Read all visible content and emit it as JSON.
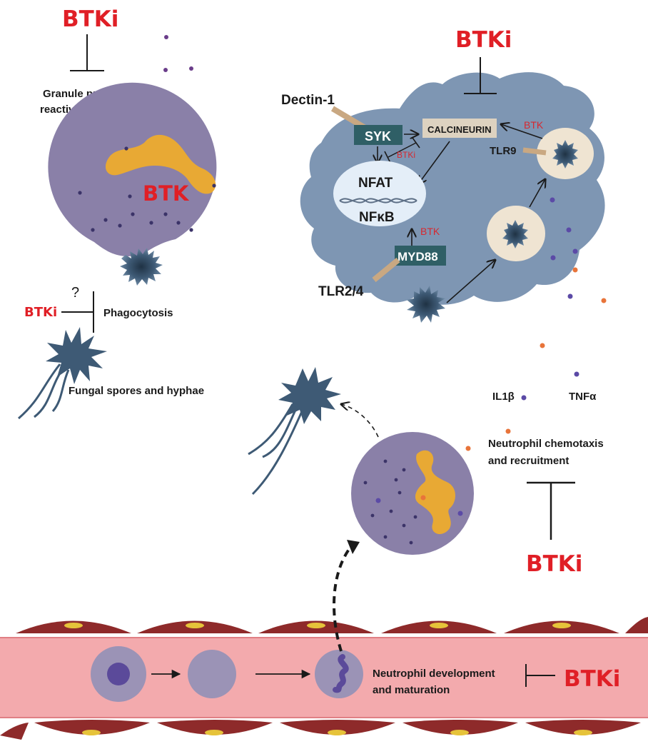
{
  "labels": {
    "btki_top_left": "BTKi",
    "granule_line1": "Granule protein",
    "granule_line2": "reactive oxygen",
    "btk_neutrophil": "BTK",
    "btki_phago": "BTKi",
    "question_mark": "?",
    "phagocytosis": "Phagocytosis",
    "fungal": "Fungal spores and hyphae",
    "btki_top_right": "BTKi",
    "dectin": "Dectin-1",
    "syk": "SYK",
    "calcineurin": "CALCINEURIN",
    "btk_tlr9": "BTK",
    "tlr9": "TLR9",
    "btki_syk": "BTKi",
    "nfat": "NFAT",
    "nfkb": "NFκB",
    "btk_myd88": "BTK",
    "myd88": "MYD88",
    "tlr24": "TLR2/4",
    "il1b": "IL1β",
    "tnfa": "TNFα",
    "chemotaxis_line1": "Neutrophil chemotaxis",
    "chemotaxis_line2": "and recruitment",
    "btki_chemotaxis": "BTKi",
    "development_line1": "Neutrophil development",
    "development_line2": "and maturation",
    "btki_development": "BTKi"
  },
  "colors": {
    "inhibitor_red": "#e01f26",
    "neutrophil_purple": "#8a80a8",
    "nucleus_orange": "#e8a934",
    "macrophage_blue": "#7e96b3",
    "fungus_blue": "#3e5a75",
    "vessel_pink": "#f3aaad",
    "endothelium_red": "#8e2a2a",
    "phagosome_cream": "#efe4d2",
    "syk_teal": "#2f5f66",
    "il1b_dot": "#5b4aa6",
    "tnfa_dot": "#e8743a"
  }
}
